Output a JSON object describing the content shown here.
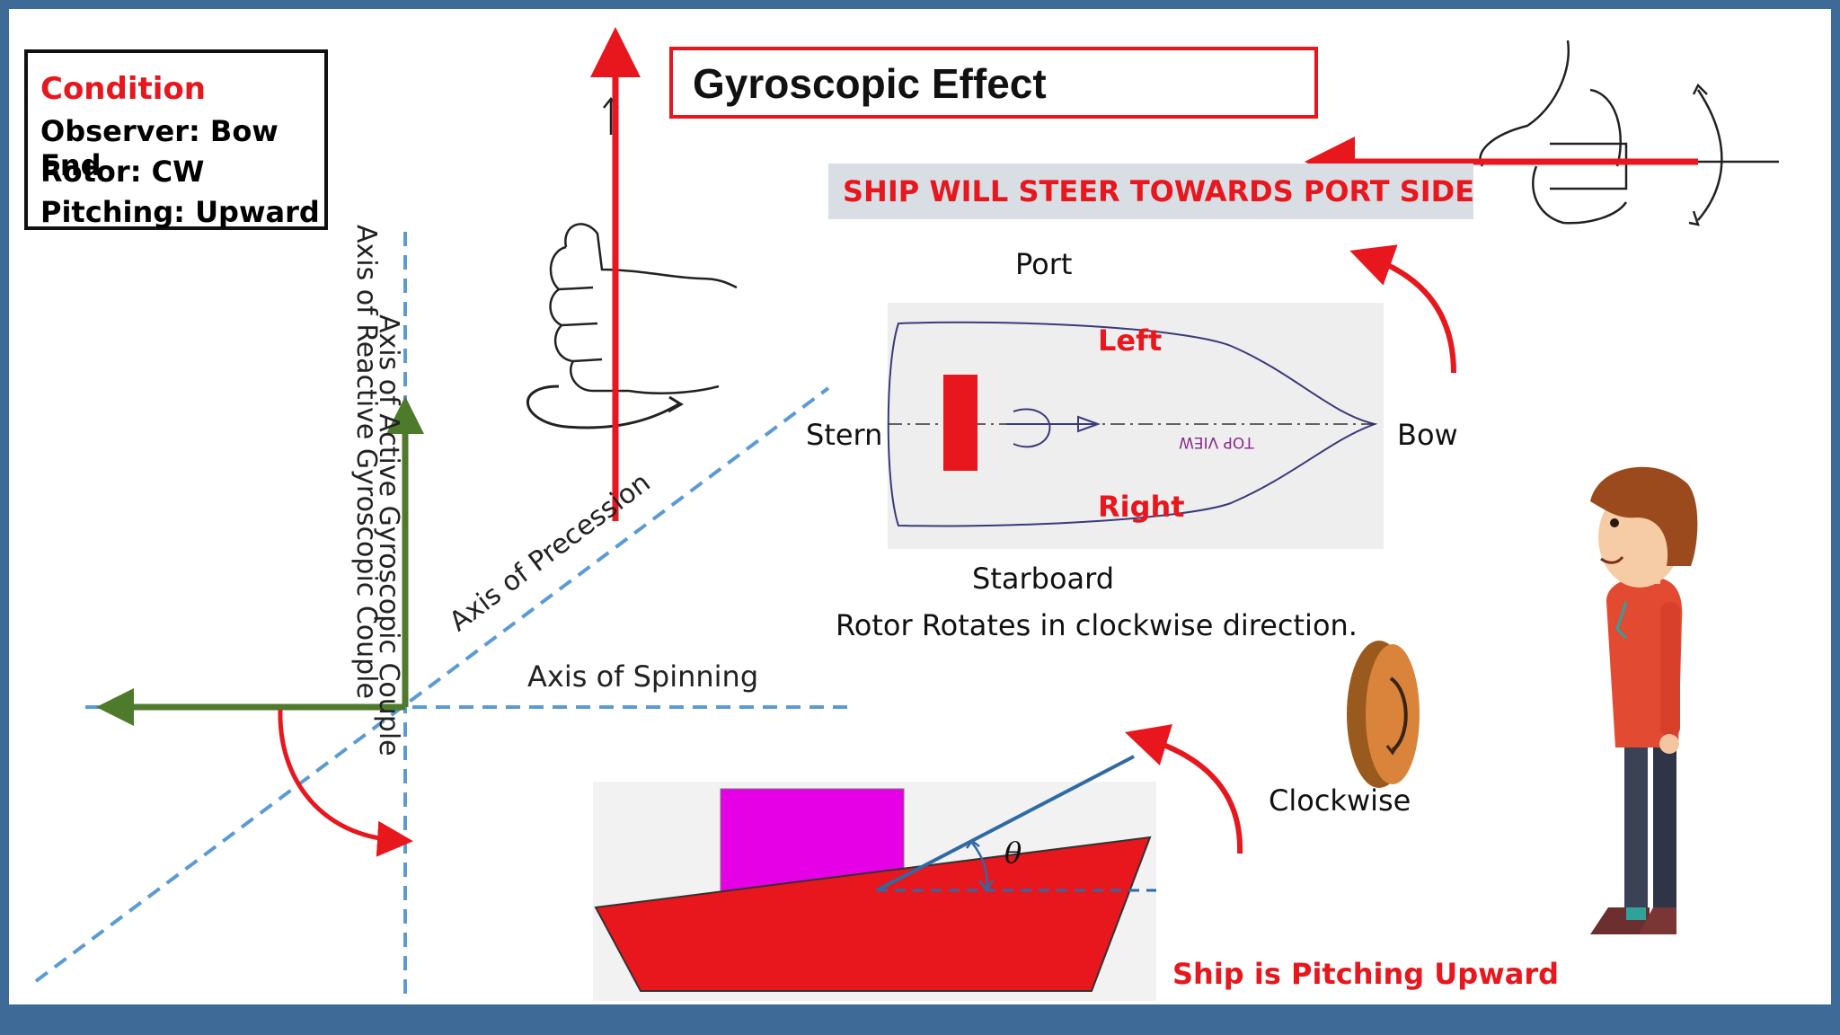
{
  "condition": {
    "heading": "Condition",
    "observer": "Observer: Bow End",
    "rotor": "Rotor: CW",
    "pitching": "Pitching: Upward"
  },
  "title": "Gyroscopic Effect",
  "banner": "SHIP WILL STEER TOWARDS PORT SIDE",
  "axes": {
    "reactive": "Axis of Reactive Gyroscopic Couple",
    "active": "Axis of Active Gyroscopic Couple",
    "precession": "Axis of Precession",
    "spinning": "Axis of Spinning"
  },
  "top_view": {
    "port": "Port",
    "starboard": "Starboard",
    "stern": "Stern",
    "bow": "Bow",
    "left": "Left",
    "right": "Right",
    "mirrored_label": "TOP VIEW"
  },
  "rotor_note": "Rotor Rotates in clockwise direction.",
  "clockwise_label": "Clockwise",
  "theta": "θ",
  "pitching_label": "Ship is Pitching Upward",
  "colors": {
    "red": "#e8161d",
    "green": "#4e7a2c",
    "dashed_blue": "#5b9bd5",
    "magenta": "#e600e6",
    "frame": "#3d6a96"
  }
}
